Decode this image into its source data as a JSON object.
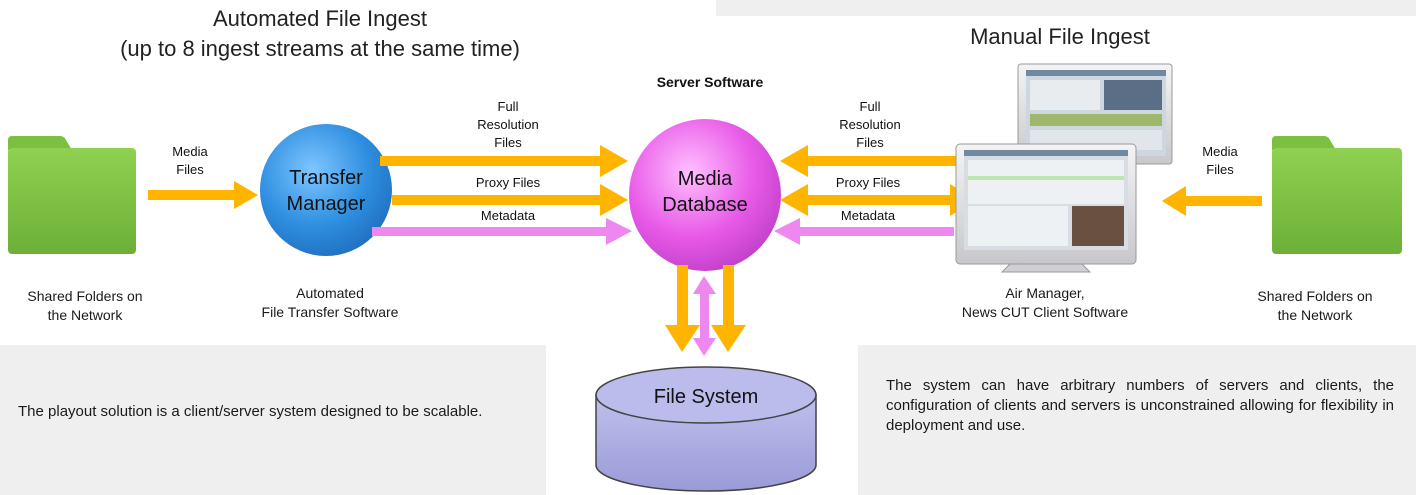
{
  "left_section": {
    "title_line1": "Automated File Ingest",
    "title_line2": "(up to 8 ingest streams at the same time)",
    "folder_caption_line1": "Shared Folders on",
    "folder_caption_line2": "the Network",
    "media_files_line1": "Media",
    "media_files_line2": "Files",
    "transfer_manager_line1": "Transfer",
    "transfer_manager_line2": "Manager",
    "transfer_caption_line1": "Automated",
    "transfer_caption_line2": "File Transfer Software",
    "full_res_line1": "Full",
    "full_res_line2": "Resolution",
    "full_res_line3": "Files",
    "proxy_files": "Proxy Files",
    "metadata": "Metadata",
    "description": "The playout solution is a client/server system designed to be scalable."
  },
  "center": {
    "server_software": "Server Software",
    "media_db_line1": "Media",
    "media_db_line2": "Database",
    "file_system": "File System"
  },
  "right_section": {
    "title": "Manual File Ingest",
    "full_res_line1": "Full",
    "full_res_line2": "Resolution",
    "full_res_line3": "Files",
    "proxy_files": "Proxy Files",
    "metadata": "Metadata",
    "media_files_line1": "Media",
    "media_files_line2": "Files",
    "client_caption_line1": "Air Manager,",
    "client_caption_line2": "News CUT Client Software",
    "folder_caption_line1": "Shared Folders on",
    "folder_caption_line2": "the Network",
    "description": "The system can have arbitrary numbers of servers and clients, the configuration of clients and servers is unconstrained allowing for flexibility in deployment and use."
  },
  "colors": {
    "folder_green": "#7cc043",
    "transfer_blue": "#2f8fe0",
    "database_magenta": "#e85ae8",
    "filesystem_lavender": "#a8a8e0",
    "arrow_orange": "#ffb400",
    "arrow_pink": "#ee88ee",
    "panel_gray": "#efefef"
  }
}
